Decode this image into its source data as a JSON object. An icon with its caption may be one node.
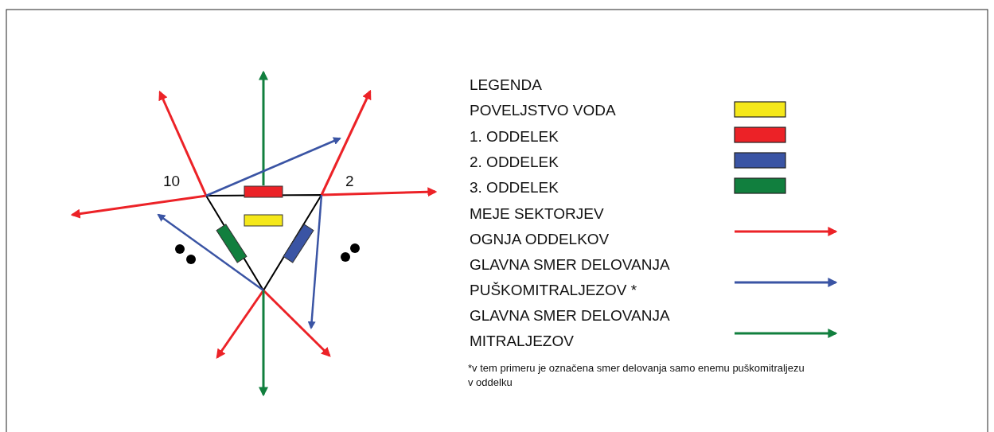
{
  "diagram": {
    "labels": [
      "10",
      "2",
      "LEGENDA",
      "*v tem primeru je označena smer delovanja samo enemu puškomitraljezu v oddelku"
    ],
    "legend": [
      {
        "text": "POVELJSTVO VODA",
        "color": "#f5e81a"
      },
      {
        "text": "1. ODDELEK",
        "color": "#ec2227"
      },
      {
        "text": "2. ODDELEK",
        "color": "#3a54a4"
      },
      {
        "text": "3. ODDELEK",
        "color": "#117f3e"
      },
      {
        "text": "MEJE SEKTORJEV OGNJA ODDELKOV"
      },
      {
        "text": "GLAVNA SMER DELOVANJA PUŠKOMITRALJEZOV *"
      },
      {
        "text": "GLAVNA SMER DELOVANJA MITRALJEZOV"
      }
    ]
  }
}
